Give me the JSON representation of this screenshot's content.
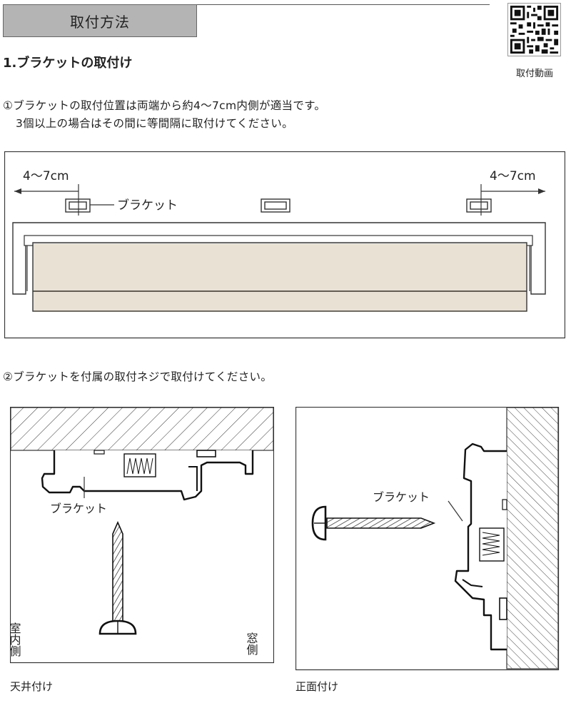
{
  "header": {
    "title": "取付方法"
  },
  "qr": {
    "caption": "取付動画"
  },
  "section1": {
    "heading": "1.ブラケットの取付け",
    "line1": "①ブラケットの取付位置は両端から約4〜7cm内側が適当です。",
    "line2": "3個以上の場合はその間に等間隔に取付けてください。"
  },
  "diagram1": {
    "left_distance": "4〜7cm",
    "right_distance": "4〜7cm",
    "bracket_label": "ブラケット"
  },
  "section2": {
    "line1": "②ブラケットを付属の取付ネジで取付けてください。"
  },
  "ceiling": {
    "bracket_label": "ブラケット",
    "indoor_label": "室内側",
    "window_label": "窓側",
    "caption": "天井付け"
  },
  "front": {
    "bracket_label": "ブラケット",
    "caption": "正面付け"
  },
  "colors": {
    "shade": "#e9e2d4",
    "title_bg": "#b4b4b4"
  }
}
